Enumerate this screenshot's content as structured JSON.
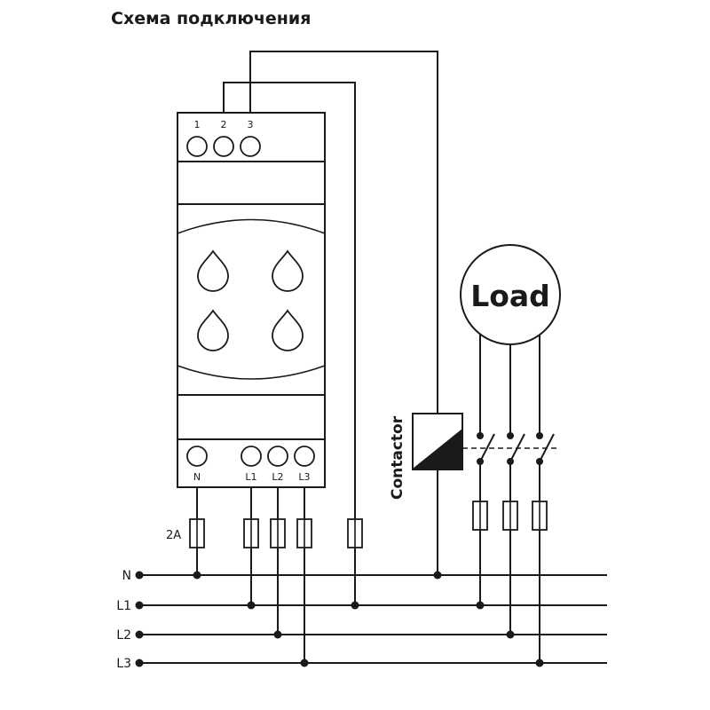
{
  "title": "Схема подключения",
  "relay": {
    "top_terminals": [
      "1",
      "2",
      "3"
    ],
    "bottom_terminals": [
      "N",
      "L1",
      "L2",
      "L3"
    ]
  },
  "fuse_rating": "2A",
  "load_label": "Load",
  "contactor_label": "Contactor",
  "buses": [
    "N",
    "L1",
    "L2",
    "L3"
  ],
  "colors": {
    "line": "#1a1a1a",
    "background": "#ffffff"
  }
}
